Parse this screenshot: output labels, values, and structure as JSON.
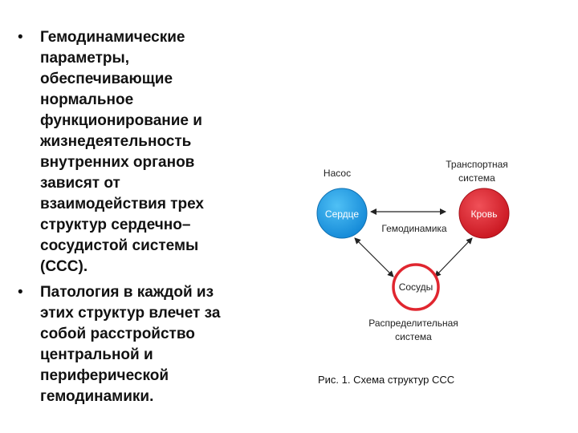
{
  "bullets": [
    {
      "marker": "•",
      "text": "Гемодинамические\nпараметры,\nобеспечивающие\nнормальное\nфункционирование и\nжизнедеятельность\nвнутренних органов\nзависят от\nвзаимодействия трех\nструктур сердечно–\nсосудистой системы\n(ССС)."
    },
    {
      "marker": "•",
      "text": " Патология в каждой из\nэтих структур влечет за\nсобой расстройство\nцентральной и\nпериферической\nгемодинамики."
    }
  ],
  "diagram": {
    "heart": {
      "label": "Сердце",
      "role": "Насос",
      "color": "#1e9be0"
    },
    "blood": {
      "label": "Кровь",
      "role_line1": "Транспортная",
      "role_line2": "система",
      "color": "#e0262f"
    },
    "vessels": {
      "label": "Сосуды",
      "role_line1": "Распределительная",
      "role_line2": "система",
      "ring_color": "#e0262f"
    },
    "center_label": "Гемодинамика"
  },
  "caption": "Рис. 1. Схема структур ССС"
}
